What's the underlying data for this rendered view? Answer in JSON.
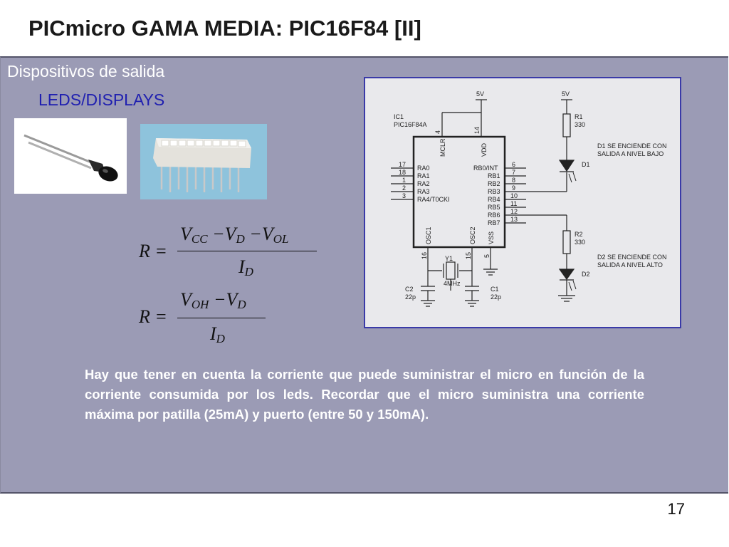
{
  "slide": {
    "title": "PICmicro GAMA MEDIA: PIC16F84 [II]",
    "section": "Dispositivos de salida",
    "subsection": "LEDS/DISPLAYS",
    "page_number": "17"
  },
  "formulas": {
    "f1": {
      "lhs": "R =",
      "num_v1": "V",
      "num_s1": "CC",
      "num_op1": " −V",
      "num_s2": "D",
      "num_op2": " −V",
      "num_s3": "OL",
      "den_v": "I",
      "den_s": "D"
    },
    "f2": {
      "lhs": "R =",
      "num_v1": "V",
      "num_s1": "OH",
      "num_op1": " −V",
      "num_s2": "D",
      "den_v": "I",
      "den_s": "D"
    }
  },
  "schematic": {
    "ic_name": "IC1",
    "ic_part": "PIC16F84A",
    "vcc_left": "5V",
    "vcc_right": "5V",
    "pin_mclr": "MCLR",
    "pin_vdd": "VDD",
    "pin4": "4",
    "pin14": "14",
    "left_pins": [
      {
        "num": "17",
        "name": "RA0"
      },
      {
        "num": "18",
        "name": "RA1"
      },
      {
        "num": "1",
        "name": "RA2"
      },
      {
        "num": "2",
        "name": "RA3"
      },
      {
        "num": "3",
        "name": "RA4/T0CKI"
      }
    ],
    "right_pins": [
      {
        "num": "6",
        "name": "RB0/INT"
      },
      {
        "num": "7",
        "name": "RB1"
      },
      {
        "num": "8",
        "name": "RB2"
      },
      {
        "num": "9",
        "name": "RB3"
      },
      {
        "num": "10",
        "name": "RB4"
      },
      {
        "num": "11",
        "name": "RB5"
      },
      {
        "num": "12",
        "name": "RB6"
      },
      {
        "num": "13",
        "name": "RB7"
      }
    ],
    "pin_osc1": "OSC1",
    "pin_osc2": "OSC2",
    "pin_vss": "VSS",
    "pin16": "16",
    "pin15": "15",
    "pin5": "5",
    "r1_name": "R1",
    "r1_value": "330",
    "r2_name": "R2",
    "r2_value": "330",
    "d1_name": "D1",
    "d2_name": "D2",
    "d1_note_1": "D1 SE ENCIENDE CON",
    "d1_note_2": "SALIDA A NIVEL BAJO",
    "d2_note_1": "D2 SE ENCIENDE CON",
    "d2_note_2": "SALIDA A NIVEL ALTO",
    "y1_name": "Y1",
    "y1_value": "4MHz",
    "c1_name": "C1",
    "c1_value": "22p",
    "c2_name": "C2",
    "c2_value": "22p"
  },
  "note": "Hay que tener en cuenta la corriente que puede suministrar el micro en función de la corriente consumida por los leds. Recordar que el micro suministra una corriente máxima por patilla (25mA) y puerto (entre 50 y 150mA)."
}
